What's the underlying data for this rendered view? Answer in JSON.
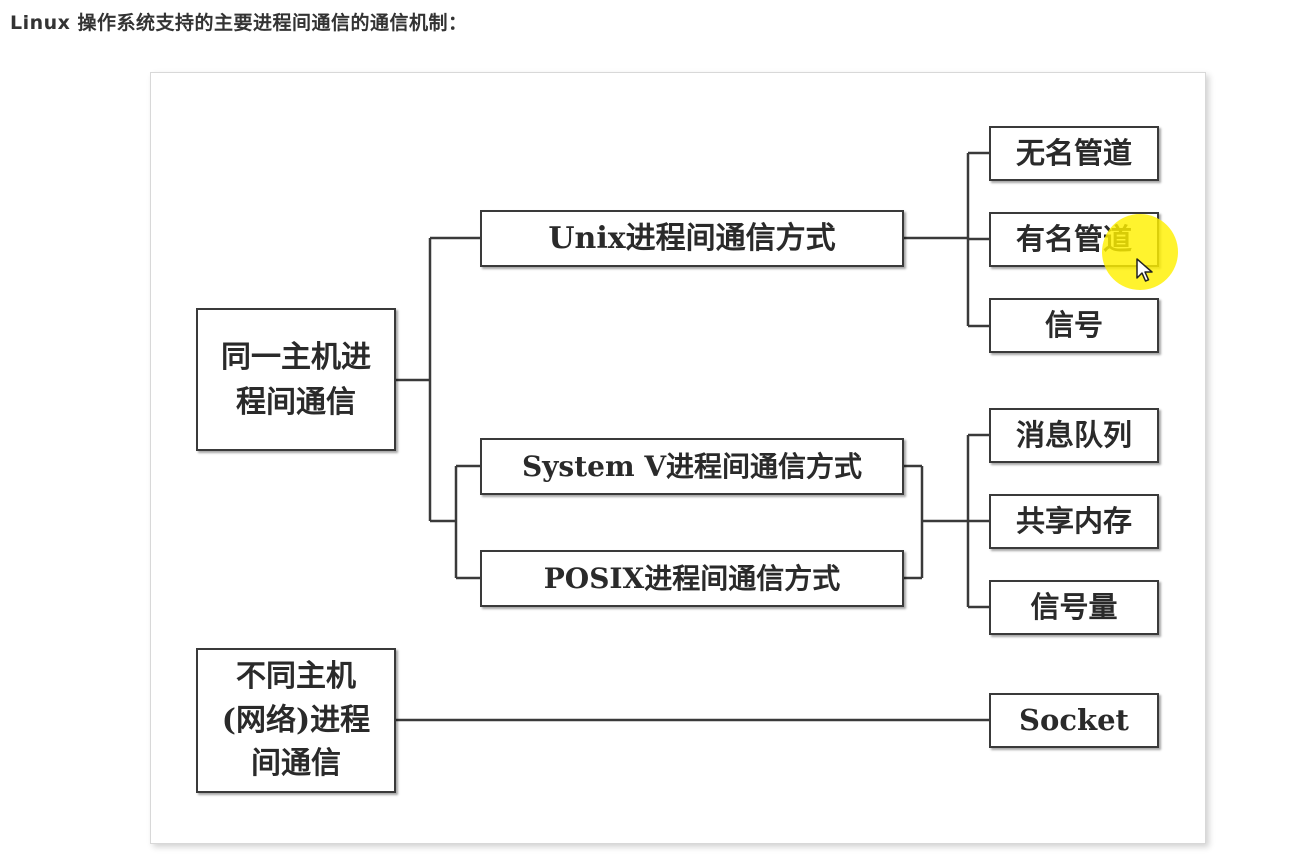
{
  "heading": "Linux 操作系统支持的主要进程间通信的通信机制：",
  "diagram": {
    "root_same_host": [
      "同一主机进",
      "程间通信"
    ],
    "root_network": [
      "不同主机",
      "(网络)进程",
      "间通信"
    ],
    "unix": "Unix进程间通信方式",
    "systemv": "System V进程间通信方式",
    "posix": "POSIX进程间通信方式",
    "leaves_unix": [
      "无名管道",
      "有名管道",
      "信号"
    ],
    "leaves_ipc": [
      "消息队列",
      "共享内存",
      "信号量"
    ],
    "socket": "Socket"
  },
  "colors": {
    "line": "#3a3a3a",
    "highlight": "#fff000"
  },
  "icons": {
    "cursor": "mouse-pointer-icon"
  }
}
